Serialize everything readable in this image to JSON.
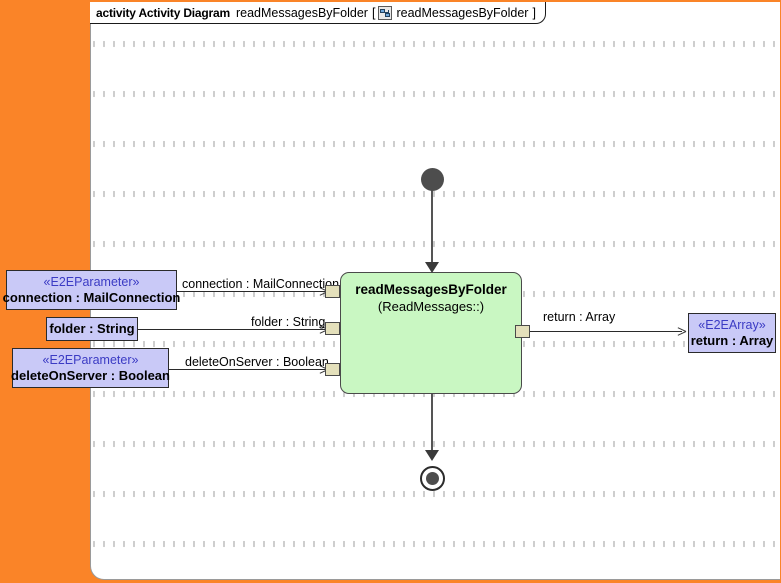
{
  "canvas": {
    "background_color": "#fa8428",
    "diagram_background": "#ffffff",
    "grid": "dotted"
  },
  "title_bar": {
    "kind_label": "activity Activity Diagram",
    "diagram_name": "readMessagesByFolder",
    "bracket_open": "[",
    "bracket_close": "]",
    "context_name": "readMessagesByFolder",
    "icon": "activity-diagram-icon"
  },
  "initial_node": {
    "name": "initial-node",
    "color": "#4d4d4d"
  },
  "final_node": {
    "name": "activity-final-node",
    "color": "#4d4d4d"
  },
  "action": {
    "title": "readMessagesByFolder",
    "subtitle": "(ReadMessages::)",
    "fill_color": "#c9f7c2",
    "border_color": "#4a4a4a"
  },
  "input_parameters": [
    {
      "stereotype": "«E2EParameter»",
      "name": "connection : MailConnection",
      "edge_label": "connection : MailConnection",
      "fill_color": "#c9c9f7"
    },
    {
      "stereotype": "",
      "name": "folder : String",
      "edge_label": "folder : String",
      "fill_color": "#c9c9f7"
    },
    {
      "stereotype": "«E2EParameter»",
      "name": "deleteOnServer : Boolean",
      "edge_label": "deleteOnServer : Boolean",
      "fill_color": "#c9c9f7"
    }
  ],
  "output_parameters": [
    {
      "stereotype": "«E2EArray»",
      "name": "return : Array",
      "edge_label": "return : Array",
      "fill_color": "#c9c9f7"
    }
  ],
  "pins": {
    "fill_color": "#e4e0bb",
    "input_pin_1": "connection-input-pin",
    "input_pin_2": "folder-input-pin",
    "input_pin_3": "deleteOnServer-input-pin",
    "output_pin_1": "return-output-pin"
  }
}
